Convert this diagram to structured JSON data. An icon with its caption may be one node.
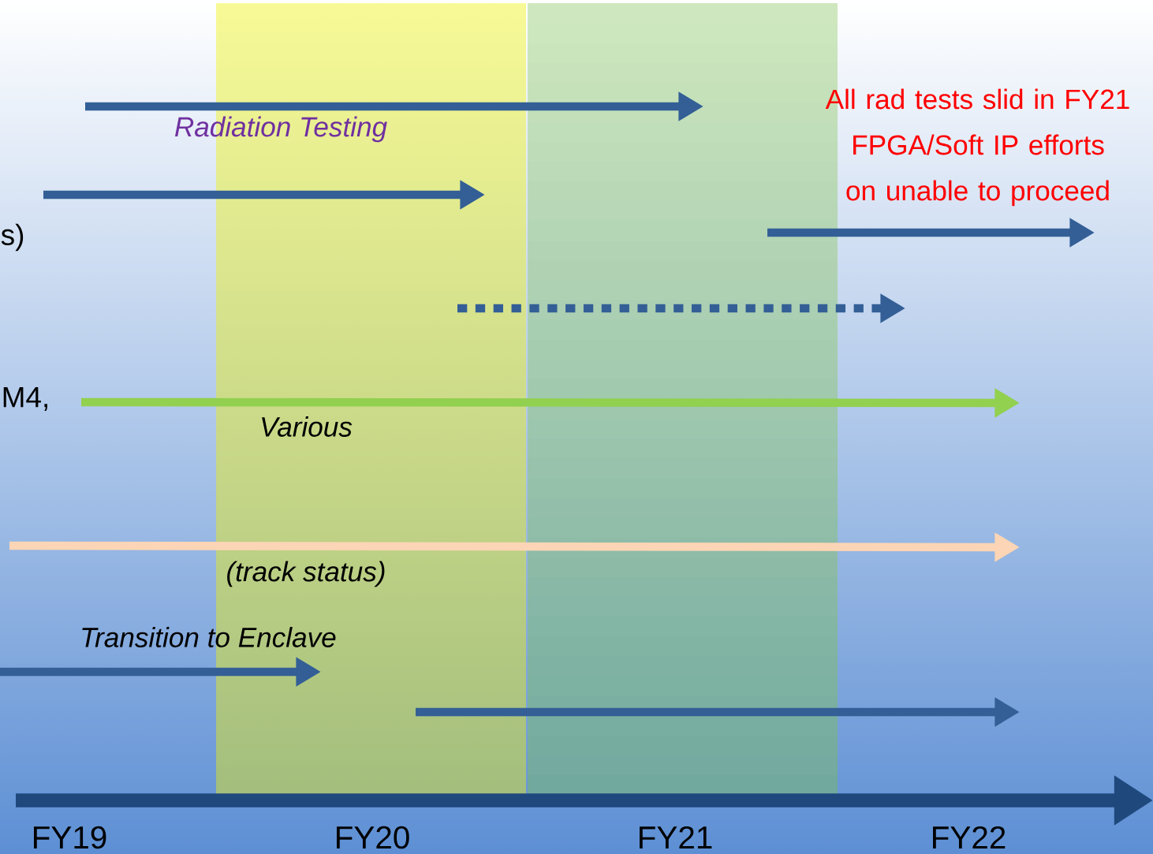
{
  "diagram": {
    "labels": [
      "Radiation Testing",
      "Various",
      "(track status)",
      "Transition to Enclave",
      "All rad tests slid in FY21 FPGA/Soft IP efforts on unable to proceed",
      "s)",
      "M4,",
      "FY19",
      "FY20",
      "FY21",
      "FY22"
    ]
  }
}
